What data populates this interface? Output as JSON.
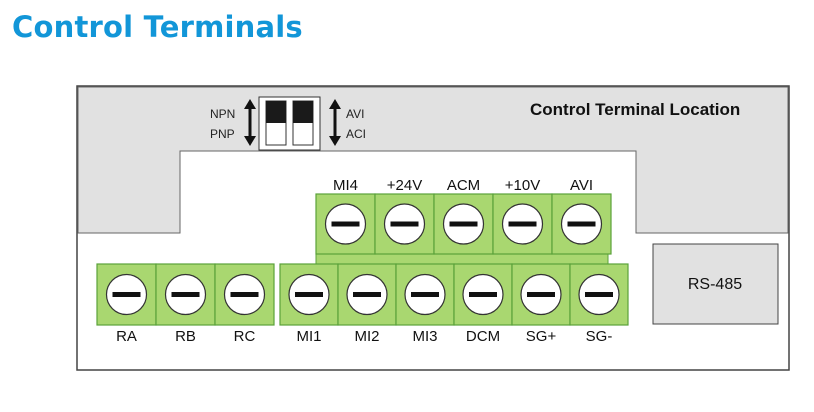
{
  "page_title": "Control Terminals",
  "panel": {
    "title": "Control Terminal Location"
  },
  "switches": {
    "left_top": "NPN",
    "left_bottom": "PNP",
    "right_top": "AVI",
    "right_bottom": "ACI"
  },
  "top_terminals": [
    "MI4",
    "+24V",
    "ACM",
    "+10V",
    "AVI"
  ],
  "relay_terminals": [
    "RA",
    "RB",
    "RC"
  ],
  "bottom_terminals": [
    "MI1",
    "MI2",
    "MI3",
    "DCM",
    "SG+",
    "SG-"
  ],
  "rs485": {
    "label": "RS-485"
  },
  "colors": {
    "title": "#1296d8",
    "terminal_green": "#a9d770",
    "terminal_border": "#5aa23a",
    "panel_gray": "#e1e1e1"
  }
}
